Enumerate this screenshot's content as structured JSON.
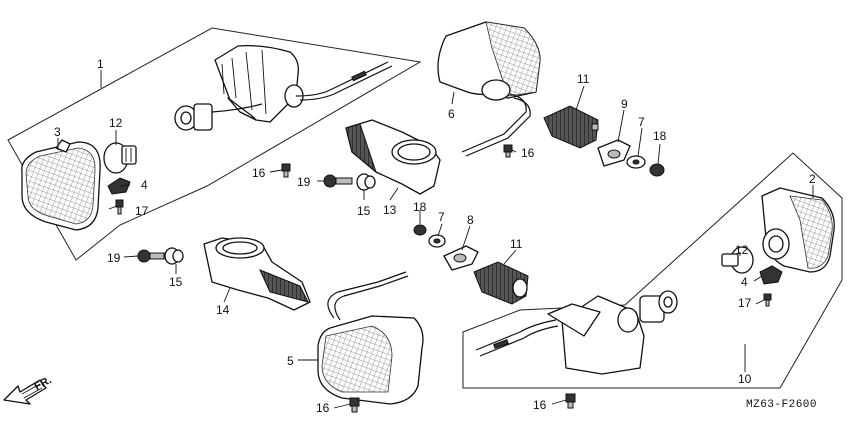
{
  "diagram": {
    "code": "MZ63-F2600",
    "direction": "FR.",
    "labels": {
      "p1": "1",
      "p2": "2",
      "p3": "3",
      "p4a": "4",
      "p4b": "4",
      "p5": "5",
      "p6": "6",
      "p7a": "7",
      "p7b": "7",
      "p8": "8",
      "p9": "9",
      "p10": "10",
      "p11a": "11",
      "p11b": "11",
      "p12a": "12",
      "p12b": "12",
      "p13": "13",
      "p14": "14",
      "p15a": "15",
      "p15b": "15",
      "p16a": "16",
      "p16b": "16",
      "p16c": "16",
      "p16d": "16",
      "p17a": "17",
      "p17b": "17",
      "p18a": "18",
      "p18b": "18",
      "p19a": "19",
      "p19b": "19"
    }
  }
}
